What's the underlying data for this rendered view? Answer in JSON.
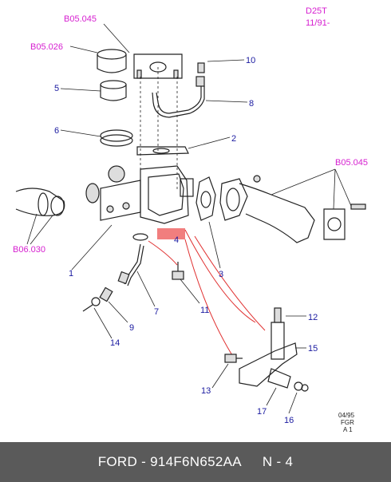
{
  "header": {
    "engine_code": "D25T",
    "date_code": "11/91-"
  },
  "callouts": {
    "p1": "1",
    "p2": "2",
    "p3": "3",
    "p4": "4",
    "p5": "5",
    "p6": "6",
    "p7": "7",
    "p8": "8",
    "p9": "9",
    "p10": "10",
    "p11": "11",
    "p12": "12",
    "p13": "13",
    "p14": "14",
    "p15": "15",
    "p16": "16",
    "p17": "17"
  },
  "references": {
    "b05045_top": "B05.045",
    "b05026": "B05.026",
    "b05045_right": "B05.045",
    "b06030": "B06.030"
  },
  "stamp": {
    "line1": "04/95",
    "line2": "FGR",
    "line3": "A 1"
  },
  "footer": {
    "part_label": "FORD - 914F6N652AA",
    "position_label": "N - 4"
  },
  "colors": {
    "callout_text": "#1a1aa0",
    "reference_text": "#d61fd0",
    "highlight": "#f07070",
    "footer_bg": "#5a5a5a"
  }
}
